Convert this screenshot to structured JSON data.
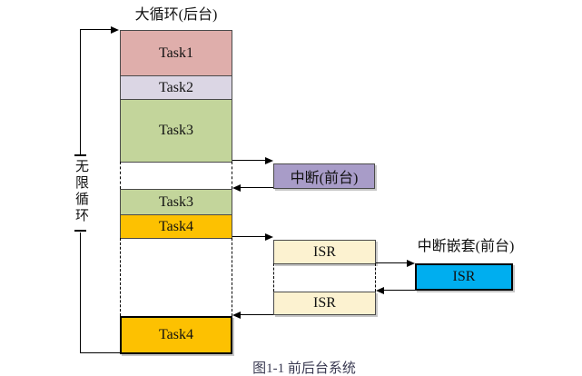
{
  "figure": {
    "title": "大循环(后台)",
    "loop_label": "无限循环",
    "caption_partial": "图1-1 前后台系统",
    "colors": {
      "task1_pink": "#dfaeab",
      "task2_lavender": "#dbd6e4",
      "task3_green": "#c3d59b",
      "task4_orange": "#fdc101",
      "interrupt_purple": "#a89cc8",
      "isr_cream": "#fcf2d0",
      "nested_isr_blue": "#00aeef",
      "line_black": "#000000",
      "background": "#ffffff"
    },
    "background_column": {
      "segments": [
        {
          "label": "Task1",
          "color": "#dfaeab"
        },
        {
          "label": "Task2",
          "color": "#dbd6e4"
        },
        {
          "label": "Task3",
          "color": "#c3d59b"
        },
        {
          "label": "Task3",
          "color": "#c3d59b"
        },
        {
          "label": "Task4",
          "color": "#fdc101"
        },
        {
          "label": "Task4",
          "color": "#fdc101"
        }
      ]
    },
    "interrupt": {
      "label": "中断(前台)",
      "color": "#a89cc8"
    },
    "isr": {
      "first_label": "ISR",
      "second_label": "ISR",
      "color": "#fcf2d0"
    },
    "nested_interrupt": {
      "title": "中断嵌套(前台)",
      "label": "ISR",
      "color": "#00aeef"
    }
  }
}
